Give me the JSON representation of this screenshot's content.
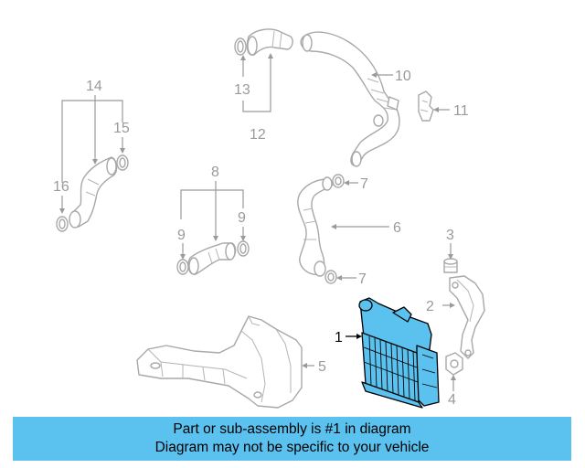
{
  "callouts": {
    "c1": "1",
    "c2": "2",
    "c3": "3",
    "c4": "4",
    "c5": "5",
    "c6": "6",
    "c7a": "7",
    "c7b": "7",
    "c8": "8",
    "c9a": "9",
    "c9b": "9",
    "c10": "10",
    "c11": "11",
    "c12": "12",
    "c13": "13",
    "c14": "14",
    "c15": "15",
    "c16": "16"
  },
  "notice": {
    "line1": "Part or sub-assembly is #1 in diagram",
    "line2": "Diagram may not be specific to your vehicle"
  },
  "colors": {
    "highlight": "#5bc2f0",
    "banner": "#5bc2f0",
    "part_outline": "#a8a8a8",
    "callout_text": "#9a9a9a"
  }
}
